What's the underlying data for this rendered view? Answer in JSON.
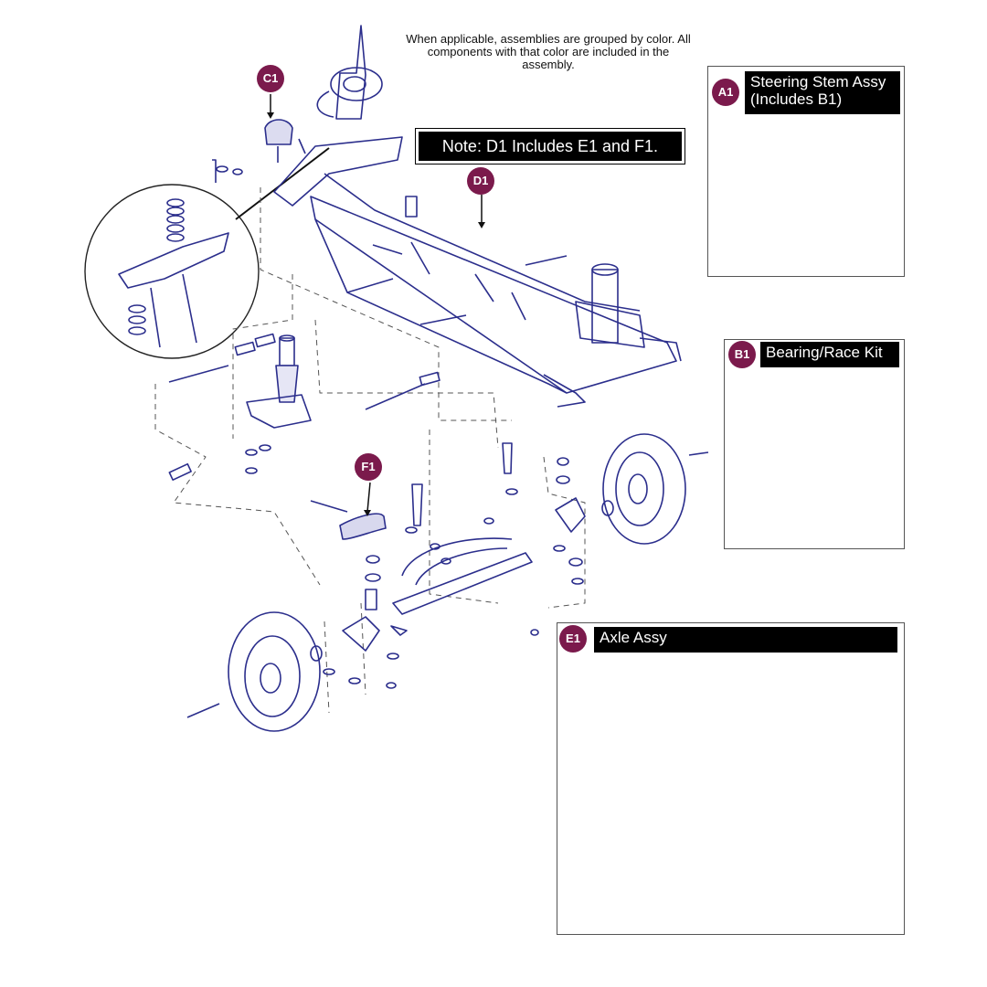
{
  "note": "When applicable, assemblies are grouped by color. All components with that color are included in the assembly.",
  "callout_note": "Note: D1 Includes E1 and F1.",
  "panels": {
    "a1": {
      "badge": "A1",
      "line1": "Steering Stem Assy",
      "line2": "(Includes B1)"
    },
    "b1": {
      "badge": "B1",
      "label": "Bearing/Race Kit"
    },
    "e1": {
      "badge": "E1",
      "label": "Axle Assy"
    }
  },
  "callouts": {
    "c1": "C1",
    "d1": "D1",
    "f1": "F1"
  },
  "colors": {
    "line": "#2b2e8c",
    "badge": "#7b1a4c",
    "header": "#000000"
  }
}
